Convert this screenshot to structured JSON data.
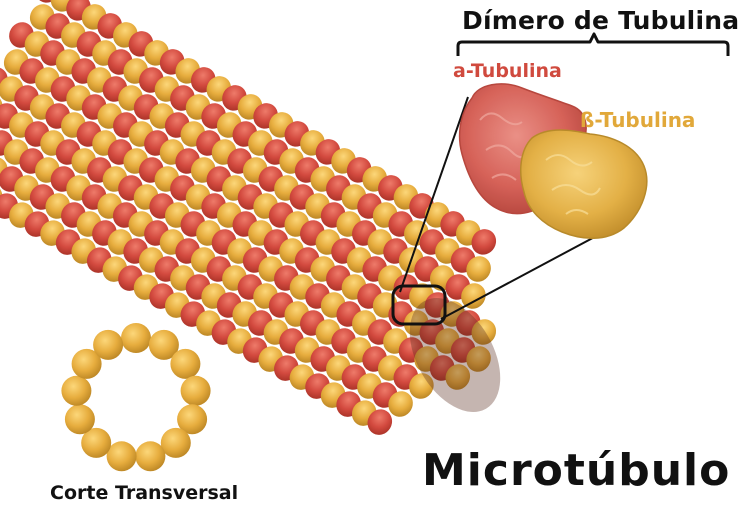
{
  "labels": {
    "dimer_title": "Dímero de Tubulina",
    "alpha_tubulin": "a-Tubulina",
    "beta_tubulin": "ß-Tubulina",
    "main_title": "Microtúbulo",
    "cross_section": "Corte Transversal"
  },
  "colors": {
    "alpha": "#d34a3f",
    "alpha_label": "#d04a3e",
    "beta": "#e7ad3e",
    "beta_label": "#e1a83a",
    "outline": "#111111"
  }
}
